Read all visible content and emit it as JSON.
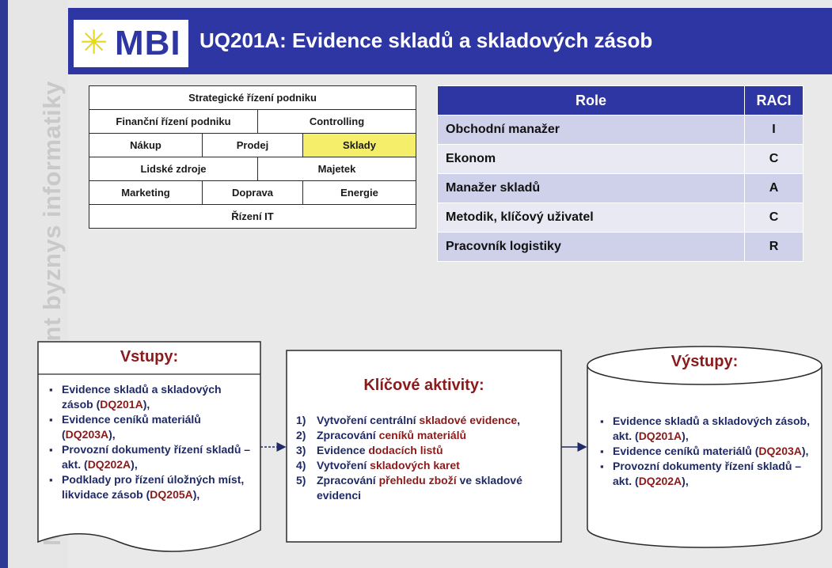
{
  "side_text": "MBI – Management byznys informatiky",
  "logo": {
    "text": "MBI",
    "star_icon": "star-burst"
  },
  "title": "UQ201A: Evidence skladů a skladových zásob",
  "map": {
    "rows": [
      [
        "Strategické řízení podniku"
      ],
      [
        "Finanční řízení podniku",
        "Controlling"
      ],
      [
        "Nákup",
        "Prodej",
        "Sklady"
      ],
      [
        "Lidské zdroje",
        "Majetek"
      ],
      [
        "Marketing",
        "Doprava",
        "Energie"
      ],
      [
        "Řízení IT"
      ]
    ],
    "highlight": "Sklady",
    "highlight_color": "#f4ee6a"
  },
  "raci": {
    "header_role": "Role",
    "header_raci": "RACI",
    "rows": [
      {
        "role": "Obchodní manažer",
        "raci": "I"
      },
      {
        "role": "Ekonom",
        "raci": "C"
      },
      {
        "role": "Manažer skladů",
        "raci": "A"
      },
      {
        "role": "Metodik, klíčový uživatel",
        "raci": "C"
      },
      {
        "role": "Pracovník logistiky",
        "raci": "R"
      }
    ]
  },
  "inputs": {
    "title": "Vstupy:",
    "items": [
      [
        {
          "t": "Evidence skladů a skladových zásob ("
        },
        {
          "t": "DQ201A",
          "ref": true
        },
        {
          "t": "),"
        }
      ],
      [
        {
          "t": "Evidence ceníků materiálů ("
        },
        {
          "t": "DQ203A",
          "ref": true
        },
        {
          "t": "),"
        }
      ],
      [
        {
          "t": "Provozní dokumenty řízení skladů – akt. ("
        },
        {
          "t": "DQ202A",
          "ref": true
        },
        {
          "t": "),"
        }
      ],
      [
        {
          "t": "Podklady pro řízení úložných míst, likvidace zásob ("
        },
        {
          "t": "DQ205A",
          "ref": true
        },
        {
          "t": "),"
        }
      ]
    ]
  },
  "activities": {
    "title": "Klíčové aktivity:",
    "items": [
      {
        "num": "1)",
        "parts": [
          {
            "t": "Vytvoření centrální "
          },
          {
            "t": "skladové evidence",
            "ref": true
          },
          {
            "t": ","
          }
        ]
      },
      {
        "num": "2)",
        "parts": [
          {
            "t": "Zpracování "
          },
          {
            "t": "ceníků materiálů",
            "ref": true
          }
        ]
      },
      {
        "num": "3)",
        "parts": [
          {
            "t": "Evidence "
          },
          {
            "t": "dodacích listů",
            "ref": true
          }
        ]
      },
      {
        "num": "4)",
        "parts": [
          {
            "t": "Vytvoření "
          },
          {
            "t": "skladových karet",
            "ref": true
          }
        ]
      },
      {
        "num": "5)",
        "parts": [
          {
            "t": "Zpracování "
          },
          {
            "t": "přehledu zboží",
            "ref": true
          },
          {
            "t": " ve skladové evidenci"
          }
        ]
      }
    ]
  },
  "outputs": {
    "title": "Výstupy:",
    "items": [
      [
        {
          "t": "Evidence skladů a skladových zásob, akt. ("
        },
        {
          "t": "DQ201A",
          "ref": true
        },
        {
          "t": "),"
        }
      ],
      [
        {
          "t": "Evidence ceníků materiálů ("
        },
        {
          "t": "DQ203A",
          "ref": true
        },
        {
          "t": "),"
        }
      ],
      [
        {
          "t": "Provozní dokumenty řízení skladů – akt. ("
        },
        {
          "t": "DQ202A",
          "ref": true
        },
        {
          "t": "),"
        }
      ]
    ]
  },
  "colors": {
    "header_blue": "#2e36a3",
    "reference_red": "#8b1a1a",
    "text_navy": "#1f2a66",
    "raci_row_dark": "#cfd0ea",
    "raci_row_light": "#e9e9f4"
  }
}
